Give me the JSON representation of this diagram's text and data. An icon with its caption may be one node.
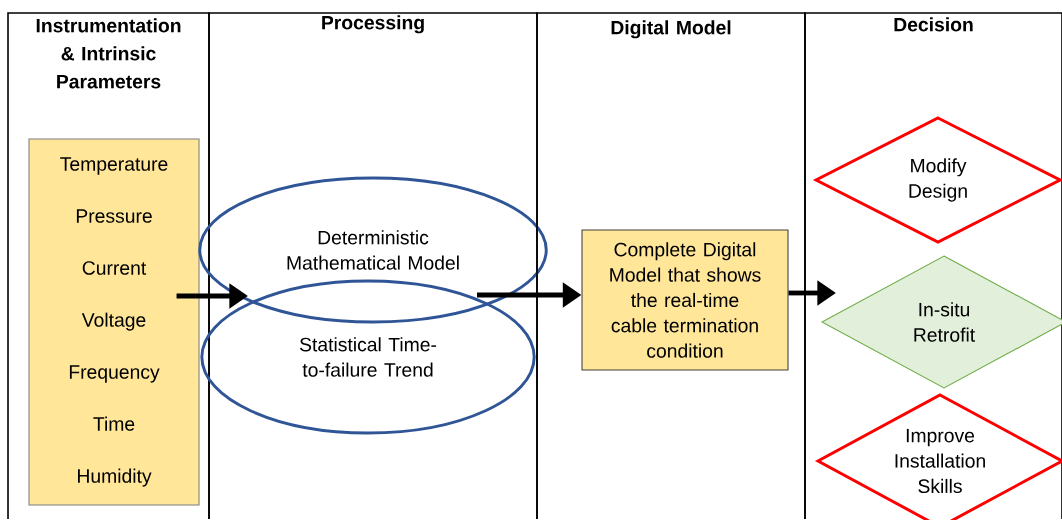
{
  "diagram": {
    "nodes": [
      {
        "text": [
          "Instrumentation & Intrinsic Parameters"
        ]
      },
      {
        "text": [
          "Temperature",
          "Pressure",
          "Current",
          "Voltage",
          "Frequency",
          "Time",
          "Humidity"
        ],
        "in": 0
      },
      {
        "text": [
          "Processing"
        ]
      },
      {
        "text": [
          "Deterministic Mathematical Model"
        ],
        "in": 2
      },
      {
        "text": [
          "Statistical Time-to-failure Trend"
        ],
        "in": 2
      },
      {
        "text": [
          "Digital Model"
        ]
      },
      {
        "text": [
          "Complete Digital Model that shows the real-time cable termination condition"
        ],
        "in": 5
      },
      {
        "text": [
          "Decision"
        ]
      },
      {
        "text": [
          "Modify Design"
        ],
        "in": 7
      },
      {
        "text": [
          "In-situ Retrofit"
        ],
        "in": 7
      },
      {
        "text": [
          "Improve Installation Skills"
        ],
        "in": 7
      }
    ],
    "edges": [
      {
        "from": 1,
        "to": 3,
        "arrow": "to"
      },
      {
        "from": 1,
        "to": 4,
        "arrow": "to"
      },
      {
        "from": 3,
        "to": 6,
        "arrow": "to"
      },
      {
        "from": 4,
        "to": 6,
        "arrow": "to"
      },
      {
        "from": 6,
        "to": 9,
        "arrow": "to"
      }
    ]
  }
}
